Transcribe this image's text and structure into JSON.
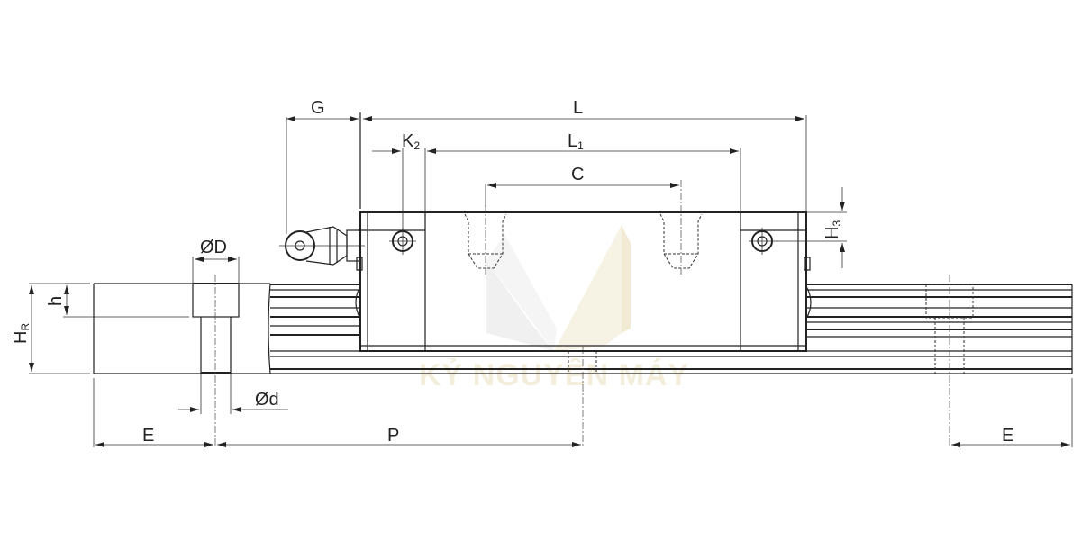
{
  "drawing": {
    "title": "Linear guide block and rail dimension drawing",
    "dimension_labels": {
      "G": "G",
      "L": "L",
      "K2_main": "K",
      "K2_sub": "2",
      "L1_main": "L",
      "L1_sub": "1",
      "C": "C",
      "H3_main": "H",
      "H3_sub": "3",
      "OD": "ØD",
      "h": "h",
      "HR_main": "H",
      "HR_sub": "R",
      "Od": "Ød",
      "E_left": "E",
      "P": "P",
      "E_right": "E"
    },
    "watermark": {
      "text": "KỶ NGUYÊN MÁY",
      "logo": "M"
    },
    "colors": {
      "line": "#222222",
      "background": "#ffffff",
      "watermark": "#efe6cc"
    }
  }
}
